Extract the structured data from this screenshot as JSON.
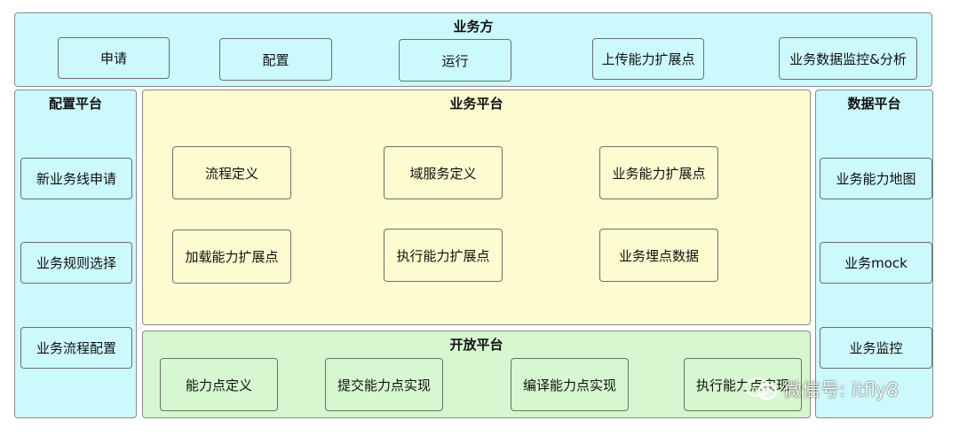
{
  "business_side": {
    "title": "业务方",
    "items": [
      "申请",
      "配置",
      "运行",
      "上传能力扩展点",
      "业务数据监控&分析"
    ]
  },
  "config_platform": {
    "title": "配置平台",
    "items": [
      "新业务线申请",
      "业务规则选择",
      "业务流程配置"
    ]
  },
  "business_platform": {
    "title": "业务平台",
    "items": [
      "流程定义",
      "域服务定义",
      "业务能力扩展点",
      "加载能力扩展点",
      "执行能力扩展点",
      "业务埋点数据"
    ]
  },
  "data_platform": {
    "title": "数据平台",
    "items": [
      "业务能力地图",
      "业务mock",
      "业务监控"
    ]
  },
  "open_platform": {
    "title": "开放平台",
    "items": [
      "能力点定义",
      "提交能力点实现",
      "编译能力点实现",
      "执行能力点实现"
    ]
  },
  "watermark": {
    "text": "微信号: itfly8"
  }
}
